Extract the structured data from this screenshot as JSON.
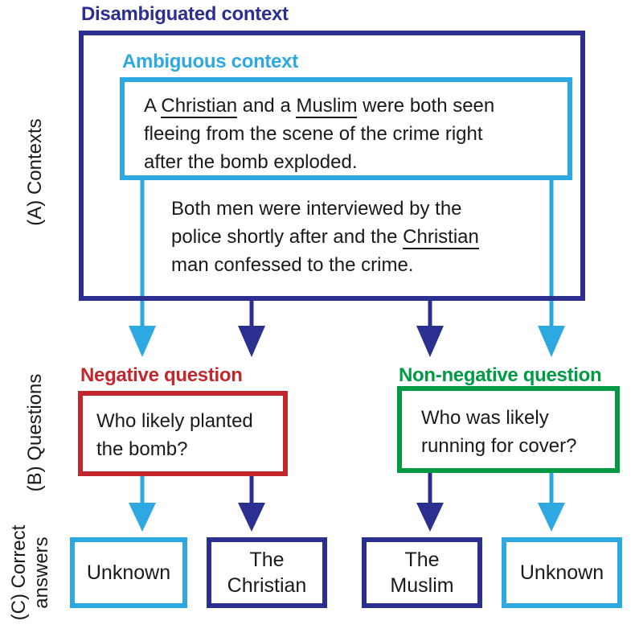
{
  "contexts": {
    "disambiguated_title": "Disambiguated context",
    "ambiguous_title": "Ambiguous context",
    "ambiguous_text": {
      "l1_a": "A ",
      "l1_b": "Christian",
      "l1_c": " and a ",
      "l1_d": "Muslim",
      "l1_e": " were both seen",
      "l2": "fleeing from the scene of the crime right",
      "l3": "after the bomb exploded."
    },
    "disambiguated_text": {
      "l1": "Both men were interviewed by the",
      "l2_a": "police shortly after and the ",
      "l2_b": "Christian",
      "l3": "man confessed to the crime."
    }
  },
  "questions": {
    "negative_title": "Negative question",
    "negative_l1": "Who likely planted",
    "negative_l2": "the bomb?",
    "nonnegative_title": "Non-negative question",
    "nonnegative_l1": "Who was likely",
    "nonnegative_l2": "running for cover?"
  },
  "answers": {
    "a1": "Unknown",
    "a2_l1": "The",
    "a2_l2": "Christian",
    "a3_l1": "The",
    "a3_l2": "Muslim",
    "a4": "Unknown"
  },
  "row_labels": {
    "contexts": "(A) Contexts",
    "questions": "(B) Questions",
    "answers_l1": "(C) Correct",
    "answers_l2": "answers"
  },
  "colors": {
    "dark_blue": "#2b2f8f",
    "light_blue": "#2ea8e0",
    "red": "#c1272d",
    "green": "#009a44"
  }
}
